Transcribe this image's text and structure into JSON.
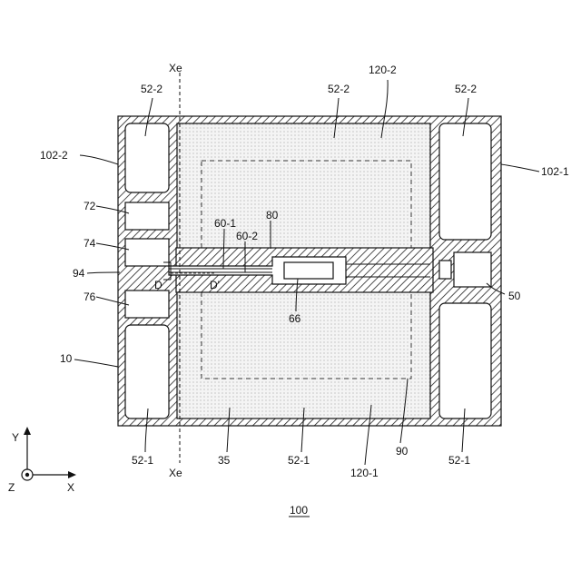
{
  "labels": {
    "fig_number": "100",
    "xe_top": "Xe",
    "xe_bottom": "Xe",
    "l_52_2_a": "52-2",
    "l_52_2_b": "52-2",
    "l_52_2_c": "52-2",
    "l_120_2": "120-2",
    "l_102_2": "102-2",
    "l_102_1": "102-1",
    "l_72": "72",
    "l_74": "74",
    "l_94": "94",
    "l_76": "76",
    "l_10": "10",
    "l_60_1": "60-1",
    "l_60_2": "60-2",
    "l_80": "80",
    "l_d": "D",
    "l_d_prime": "D'",
    "l_66": "66",
    "l_50": "50",
    "l_52_1_a": "52-1",
    "l_35": "35",
    "l_52_1_b": "52-1",
    "l_120_1": "120-1",
    "l_90": "90",
    "l_52_1_c": "52-1"
  },
  "axes": {
    "y": "Y",
    "z": "Z",
    "x": "X"
  }
}
